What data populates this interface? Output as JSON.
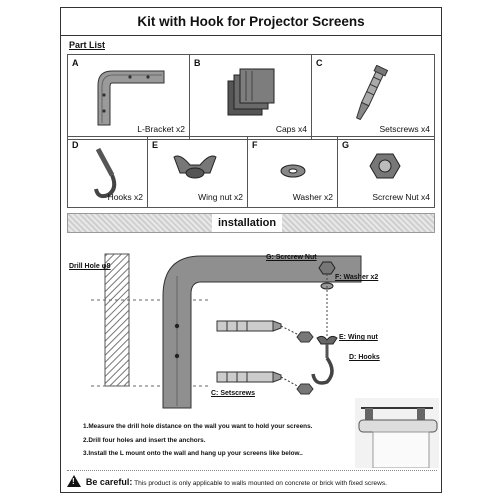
{
  "title": "Kit with Hook  for Projector Screens",
  "part_list_label": "Part List",
  "parts_row1": [
    {
      "letter": "A",
      "label": "L-Bracket x2"
    },
    {
      "letter": "B",
      "label": "Caps x4"
    },
    {
      "letter": "C",
      "label": "Setscrews x4"
    }
  ],
  "parts_row2": [
    {
      "letter": "D",
      "label": "Hooks x2"
    },
    {
      "letter": "E",
      "label": "Wing nut x2"
    },
    {
      "letter": "F",
      "label": "Washer x2"
    },
    {
      "letter": "G",
      "label": "Scrcrew Nut  x4"
    }
  ],
  "installation_label": "installation",
  "callouts": {
    "drill_hole": "Drill Hole φ8",
    "screw_nut": "G: Scrcrew Nut",
    "washer": "F: Washer x2",
    "wing_nut": "E: Wing nut",
    "hooks": "D:  Hooks",
    "setscrews": "C: Setscrews"
  },
  "steps": [
    "1.Measure the drill hole distance on the wall you want to hold your screens.",
    "2.Drill four holes and insert the anchors.",
    "3.Install the L mount onto the wall and hang up your screens like below.."
  ],
  "careful": {
    "heading": "Be careful:",
    "text": "This product is only applicable to walls mounted on concrete or brick with fixed screws."
  }
}
